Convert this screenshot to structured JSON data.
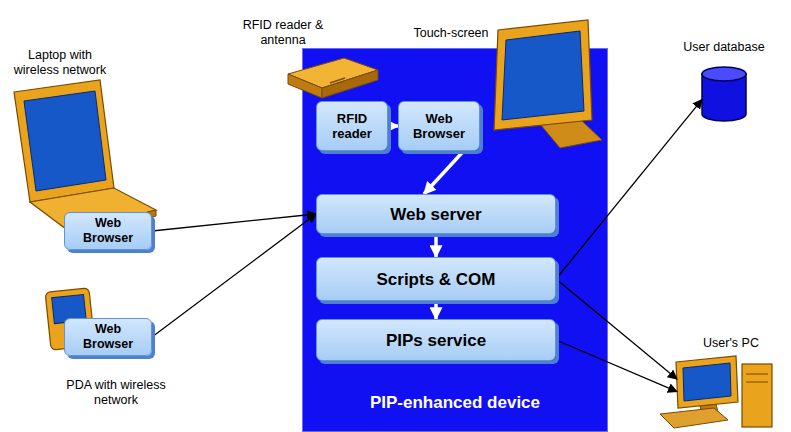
{
  "diagram": {
    "nodes": [
      {
        "text": [
          "Laptop with wireless network"
        ]
      },
      {
        "text": [
          "Web Browser"
        ],
        "in": 0
      },
      {
        "text": [
          "PDA with wireless network"
        ]
      },
      {
        "text": [
          "Web Browser"
        ],
        "in": 2
      },
      {
        "text": [
          "PIP-enhanced device"
        ]
      },
      {
        "text": [
          "RFID reader"
        ],
        "in": 4
      },
      {
        "text": [
          "Web Browser"
        ],
        "in": 4
      },
      {
        "text": [
          "Web server"
        ],
        "in": 4
      },
      {
        "text": [
          "Scripts & COM"
        ],
        "in": 4
      },
      {
        "text": [
          "PIPs service"
        ],
        "in": 4
      },
      {
        "text": [
          "User database"
        ]
      },
      {
        "text": [
          "User's PC"
        ]
      }
    ],
    "edges": [
      {
        "from": 5,
        "to": 6,
        "arrow": "to"
      },
      {
        "from": 6,
        "to": 7,
        "arrow": "to"
      },
      {
        "from": 1,
        "to": 7,
        "arrow": "to"
      },
      {
        "from": 3,
        "to": 7,
        "arrow": "to"
      },
      {
        "from": 7,
        "to": 8,
        "arrow": "to"
      },
      {
        "from": 8,
        "to": 9,
        "arrow": "to"
      },
      {
        "from": 8,
        "to": 10,
        "arrow": "to"
      },
      {
        "from": 8,
        "to": 11,
        "arrow": "to"
      },
      {
        "from": 9,
        "to": 11,
        "arrow": "to"
      }
    ],
    "labels": [
      "RFID reader & antenna",
      "Touch-screen"
    ]
  }
}
